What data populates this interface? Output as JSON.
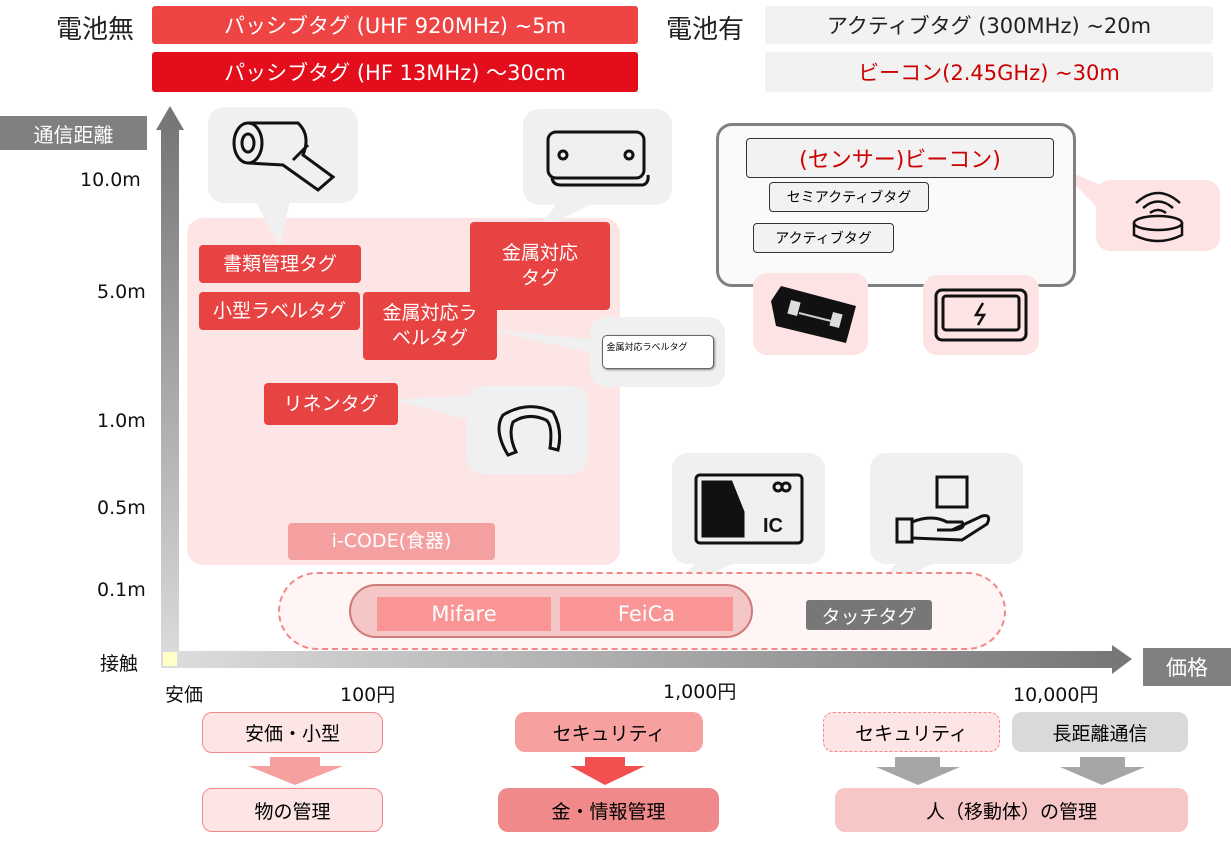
{
  "legend": {
    "no_battery": "電池無",
    "with_battery": "電池有",
    "passive_uhf": "パッシブタグ (UHF 920MHz) ~5m",
    "passive_hf": "パッシブタグ (HF 13MHz) 〜30cm",
    "active": "アクティブタグ (300MHz) ~20m",
    "beacon": "ビーコン(2.45GHz) ~30m"
  },
  "axes": {
    "y_label": "通信距離",
    "x_label": "価格",
    "y_ticks": [
      "10.0m",
      "5.0m",
      "1.0m",
      "0.5m",
      "0.1m",
      "接触"
    ],
    "x_ticks": [
      "安価",
      "100円",
      "1,000円",
      "10,000円"
    ]
  },
  "tags": {
    "document": "書類管理タグ",
    "small_label": "小型ラベルタグ",
    "metal_label": "金属対応ラベルタグ",
    "metal": "金属対応タグ",
    "linen": "リネンタグ",
    "icode": "i-CODE(食器)",
    "metal_label_sample": "金属対応ラベルタグ",
    "mifare": "Mifare",
    "felica": "FeiCa",
    "touch": "タッチタグ",
    "sensor_beacon": "(センサー)ビーコン)",
    "semi_active": "セミアクティブタグ",
    "active": "アクティブタグ"
  },
  "bottom": {
    "cheap_small": "安価・小型",
    "goods_mgmt": "物の管理",
    "security1": "セキュリティ",
    "money_info": "金・情報管理",
    "security2": "セキュリティ",
    "long_range": "長距離通信",
    "people_mgmt": "人（移動体）の管理"
  },
  "colors": {
    "red": "#e84343",
    "dark_red": "#e30d1c",
    "pink": "#fde3e3",
    "gray": "#808080"
  }
}
